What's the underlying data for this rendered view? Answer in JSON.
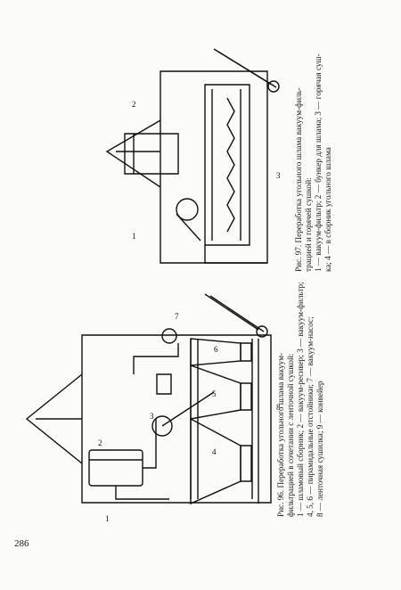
{
  "page_number": "286",
  "figure_left": {
    "caption_lines": [
      "Рис. 96. Переработка угольного шлама вакуум-",
      "фильтрацией в сочетании с ленточной сушкой:",
      "1 — шламовый сборник; 2 — вакуум-ресивер; 3 — вакуум-фильтр;",
      "4, 5, 6 — пирамидальные отстойники; 7 — вакуум-насос;",
      "8 — ленточная сушилка; 9 — конвейер"
    ],
    "numbers": [
      "1",
      "2",
      "3",
      "4",
      "5",
      "6",
      "7",
      "8"
    ]
  },
  "figure_right": {
    "caption_lines": [
      "Рис. 97. Переработка угольного шлама вакуум-филь-",
      "трацией и горячей сушкой:",
      "1 — вакуум-фильтр; 2 — бункер для шлама; 3 — горячая суш-",
      "ка; 4 — в сборник угольного шлама"
    ],
    "numbers": [
      "1",
      "2",
      "3"
    ]
  }
}
